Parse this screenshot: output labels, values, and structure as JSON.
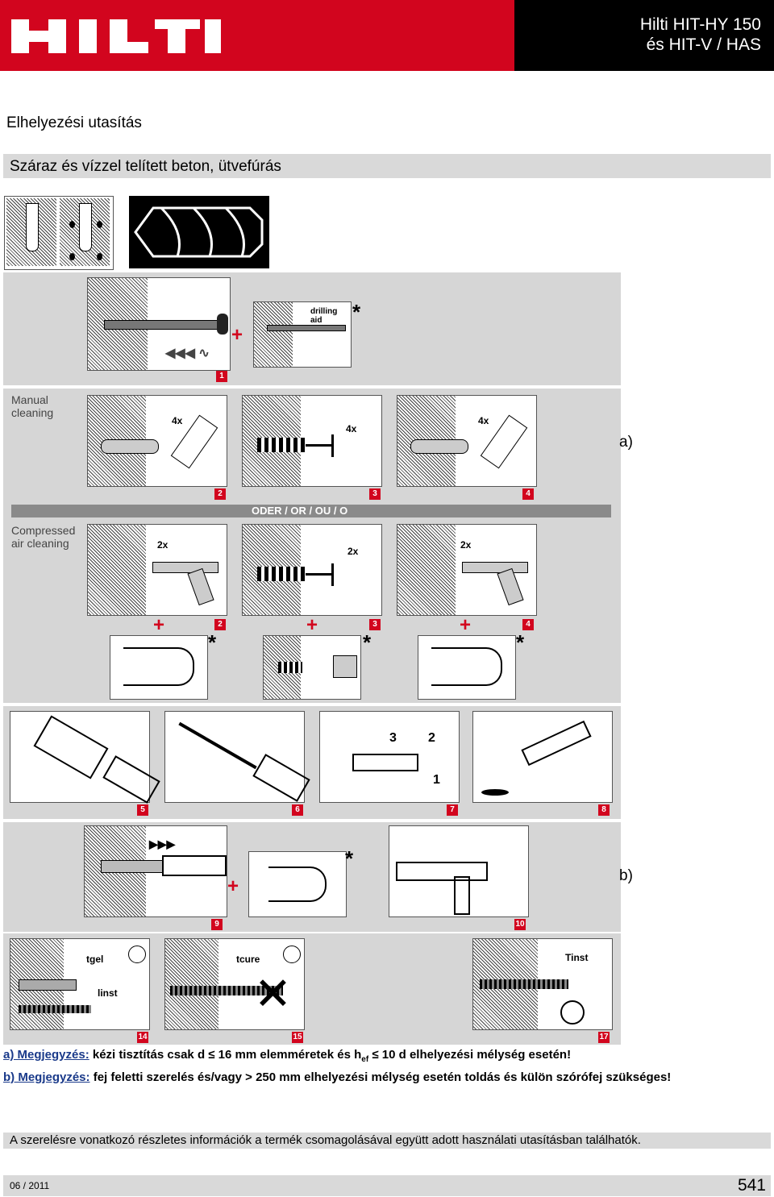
{
  "header": {
    "logo_text": "HILTI",
    "title_line1": "Hilti HIT-HY 150",
    "title_line2": "és HIT-V / HAS"
  },
  "section_title": "Elhelyezési utasítás",
  "subsection_title": "Száraz és vízzel telített beton, ütvefúrás",
  "figure": {
    "drilling_aid_label": "drilling aid",
    "manual_cleaning_label_1": "Manual",
    "manual_cleaning_label_2": "cleaning",
    "compressed_label_1": "Compressed",
    "compressed_label_2": "air cleaning",
    "or_bar": "ODER / OR / OU / O",
    "count_4x": "4x",
    "count_2x": "2x",
    "side_a": "a)",
    "side_b": "b)",
    "star": "*",
    "plus": "+",
    "t_gel": "tgel",
    "t_cure": "tcure",
    "t_inst": "Tinst",
    "l_inst": "linst",
    "steps": [
      "1",
      "2",
      "3",
      "4",
      "5",
      "6",
      "7",
      "8",
      "9",
      "10",
      "14",
      "15",
      "17"
    ],
    "dispenser_marks": [
      "3",
      "2",
      "1"
    ]
  },
  "notes": {
    "a_key": "a) Megjegyzés:",
    "a_text_1": " kézi tisztítás csak d ",
    "a_text_2": " 16 mm elemméretek és h",
    "a_sub": "ef",
    "a_text_3": " 10 d elhelyezési mélység esetén!",
    "b_key": "b) Megjegyzés:",
    "b_text": " fej feletti szerelés és/vagy > 250 mm elhelyezési mélység esetén toldás és külön szórófej szükséges!"
  },
  "info_text": "A szerelésre vonatkozó részletes információk a termék csomagolásával együtt adott használati utasításban találhatók.",
  "footer": {
    "date": "06 / 2011",
    "page_number": "541"
  }
}
